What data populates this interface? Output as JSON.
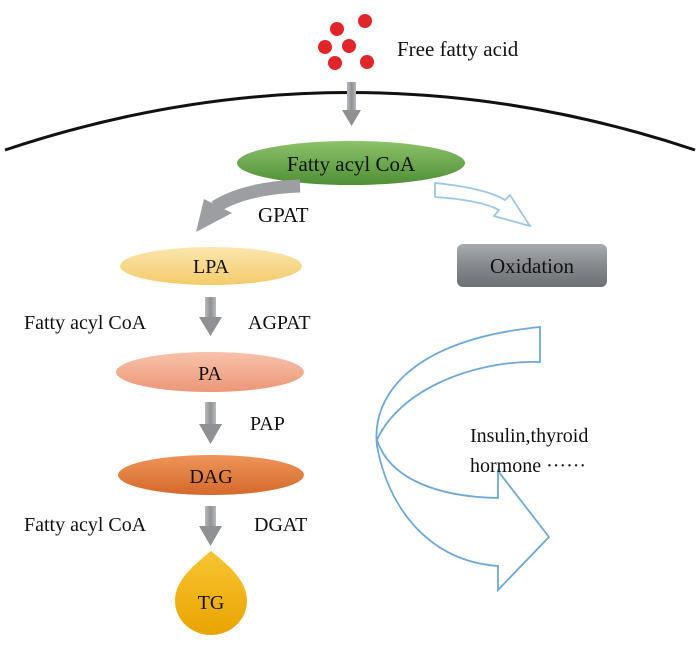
{
  "diagram": {
    "free_fatty_acid": "Free fatty acid",
    "fatty_acyl_coa_top": "Fatty acyl CoA",
    "gpat": "GPAT",
    "oxidation": "Oxidation",
    "lpa": "LPA",
    "fatty_acyl_coa_1": "Fatty acyl CoA",
    "agpat": "AGPAT",
    "pa": "PA",
    "pap": "PAP",
    "dag": "DAG",
    "fatty_acyl_coa_2": "Fatty acyl CoA",
    "dgat": "DGAT",
    "tg": "TG",
    "regulators_line1": "Insulin,thyroid",
    "regulators_line2": "hormone ······"
  },
  "colors": {
    "fatty_acid_dots": "#e0262b",
    "fatty_acyl_coa": "#6aa84f",
    "lpa": "#f7d98b",
    "pa": "#f2a98c",
    "dag": "#e07a3c",
    "tg": "#f2b20f",
    "oxidation_box": "#7c7f83",
    "gray_arrow": "#999b9e",
    "blue_outline": "#6fa8d6"
  }
}
